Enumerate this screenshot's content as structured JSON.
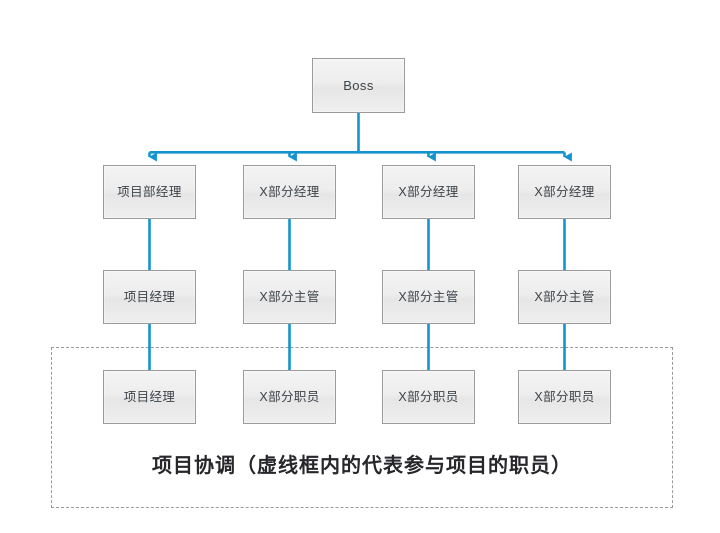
{
  "diagram": {
    "type": "org-chart",
    "root": {
      "id": "boss",
      "label": "Boss"
    },
    "rows": [
      {
        "name": "managers",
        "nodes": [
          {
            "label": "项目部经理"
          },
          {
            "label": "X部分经理"
          },
          {
            "label": "X部分经理"
          },
          {
            "label": "X部分经理"
          }
        ]
      },
      {
        "name": "supervisors",
        "nodes": [
          {
            "label": "项目经理"
          },
          {
            "label": "X部分主管"
          },
          {
            "label": "X部分主管"
          },
          {
            "label": "X部分主管"
          }
        ]
      },
      {
        "name": "staff",
        "nodes": [
          {
            "label": "项目经理"
          },
          {
            "label": "X部分职员"
          },
          {
            "label": "X部分职员"
          },
          {
            "label": "X部分职员"
          }
        ]
      }
    ],
    "region": {
      "caption": "项目协调（虚线框内的代表参与项目的职员）",
      "border_style": "dashed",
      "border_color": "#9a9a9a"
    },
    "colors": {
      "connector": "#1494cd",
      "node_border": "#9b9b9b",
      "node_fill": "#ededed",
      "node_text": "#3d4349",
      "caption_text": "#26262b",
      "background": "#ffffff"
    }
  }
}
